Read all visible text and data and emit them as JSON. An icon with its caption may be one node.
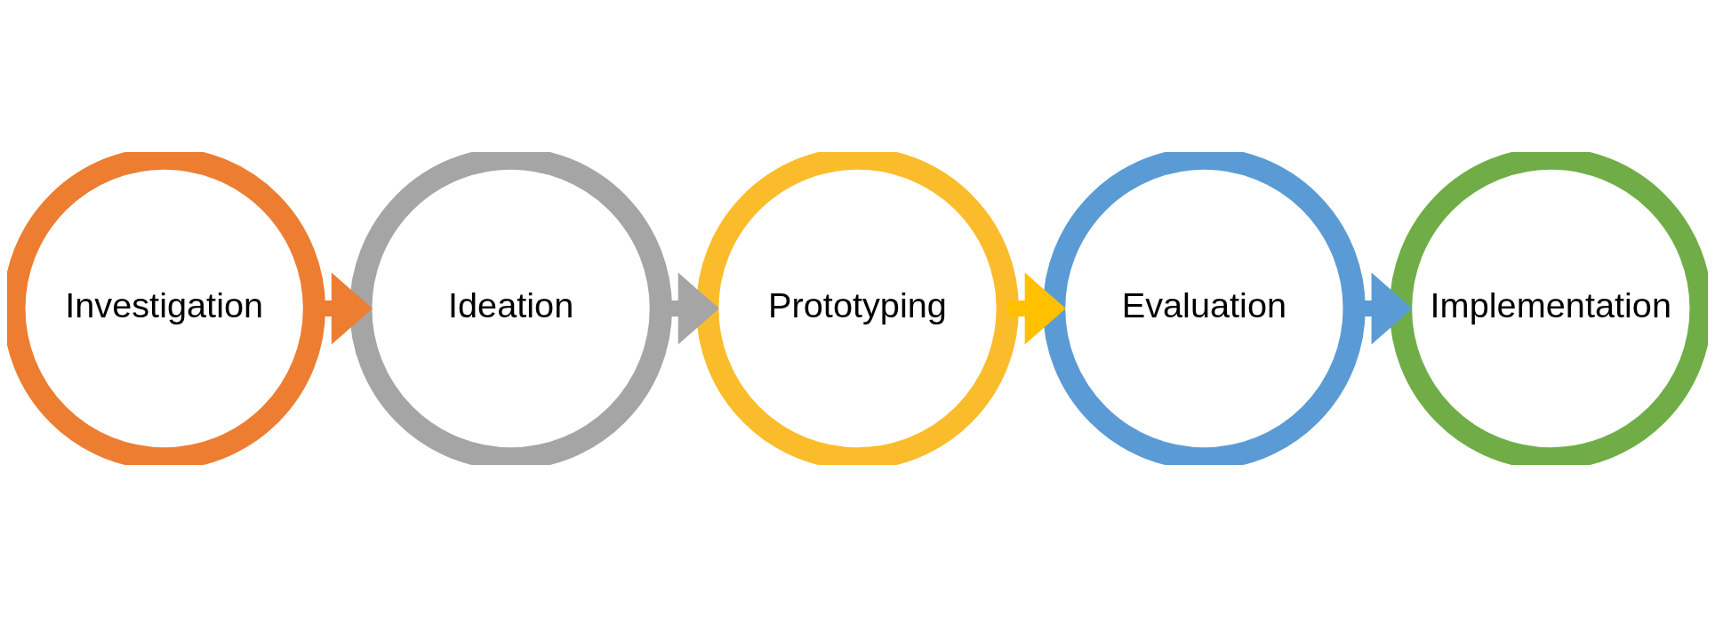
{
  "diagram": {
    "nodes": [
      {
        "text": [
          "Investigation"
        ]
      },
      {
        "text": [
          "Ideation"
        ]
      },
      {
        "text": [
          "Prototyping"
        ]
      },
      {
        "text": [
          "Evaluation"
        ]
      },
      {
        "text": [
          "Implementation"
        ]
      }
    ],
    "edges": [
      {
        "from": 0,
        "to": 1,
        "arrow": "to",
        "color": "#ed7d31"
      },
      {
        "from": 1,
        "to": 2,
        "arrow": "to",
        "color": "#a5a5a5"
      },
      {
        "from": 2,
        "to": 3,
        "arrow": "to",
        "color": "#ffc000"
      },
      {
        "from": 3,
        "to": 4,
        "arrow": "to",
        "color": "#5b9bd5"
      }
    ]
  }
}
